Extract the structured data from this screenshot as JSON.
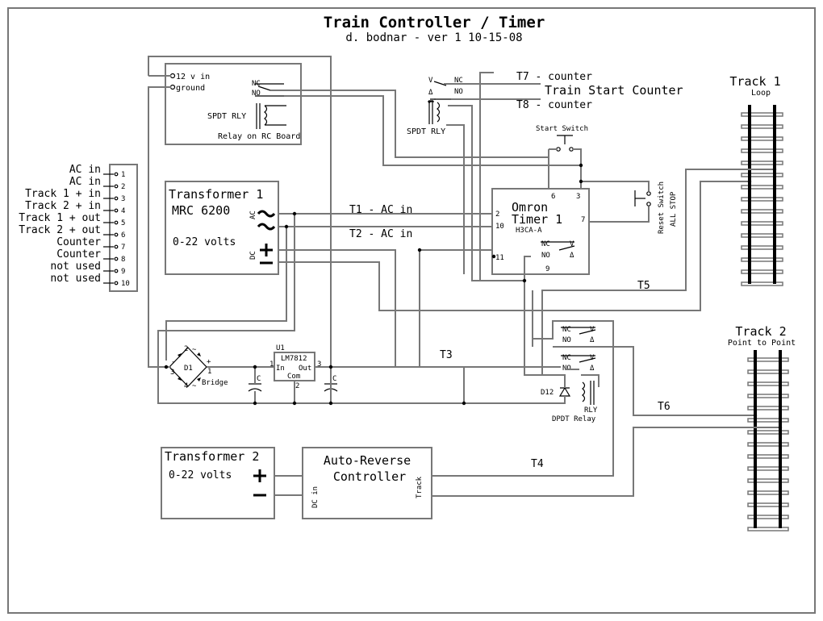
{
  "header": {
    "title": "Train Controller / Timer",
    "subtitle": "d. bodnar   -   ver 1   10-15-08"
  },
  "terminal_strip": {
    "labels": [
      "AC in",
      "AC in",
      "Track 1 + in",
      "Track 2 + in",
      "Track 1 + out",
      "Track 2 + out",
      "Counter",
      "Counter",
      "not used",
      "not used"
    ],
    "pins": [
      "1",
      "2",
      "3",
      "4",
      "5",
      "6",
      "7",
      "8",
      "9",
      "10"
    ]
  },
  "rc_board": {
    "pin_12v": "12 v in",
    "pin_ground": "ground",
    "nc": "NC",
    "no": "NO",
    "relay_label": "SPDT RLY",
    "caption": "Relay on RC Board"
  },
  "counter_relay": {
    "nc": "NC",
    "no": "NO",
    "relay_label": "SPDT RLY",
    "t7": "T7 - counter",
    "t8": "T8 - counter",
    "caption": "Train Start Counter"
  },
  "transformer1": {
    "title": "Transformer 1",
    "model": "MRC 6200",
    "range": "0-22 volts",
    "ac_label": "AC",
    "dc_label": "DC",
    "plus": "+",
    "minus": "−"
  },
  "wires": {
    "t1": "T1 - AC in",
    "t2": "T2 - AC in",
    "t3": "T3",
    "t4": "T4",
    "t5": "T5",
    "t6": "T6"
  },
  "timer": {
    "title_line1": "Omron",
    "title_line2": "Timer 1",
    "model": "H3CA-A",
    "pins": {
      "p2": "2",
      "p10": "10",
      "p6": "6",
      "p3": "3",
      "p7": "7",
      "p11": "11",
      "p9": "9"
    },
    "nc": "NC",
    "no": "NO"
  },
  "switches": {
    "start": "Start Switch",
    "reset_line1": "Reset Switch",
    "reset_line2": "ALL STOP"
  },
  "track1": {
    "title": "Track 1",
    "subtitle": "Loop"
  },
  "track2": {
    "title": "Track 2",
    "subtitle": "Point to Point"
  },
  "bridge": {
    "ref": "D1",
    "label": "Bridge",
    "pins": {
      "p1": "1",
      "p2": "2",
      "p3": "3",
      "p4": "4"
    },
    "plus": "+",
    "minus": "-",
    "ac": "~"
  },
  "regulator": {
    "ref": "U1",
    "model": "LM7812",
    "in": "In",
    "out": "Out",
    "com": "Com",
    "pin_in": "1",
    "pin_com": "2",
    "pin_out": "3"
  },
  "capacitors": {
    "label": "C"
  },
  "dpdt": {
    "nc": "NC",
    "no": "NO",
    "diode": "D12",
    "relay": "RLY",
    "caption": "DPDT Relay"
  },
  "transformer2": {
    "title": "Transformer 2",
    "range": "0-22 volts",
    "plus": "+",
    "minus": "−"
  },
  "auto_reverse": {
    "title_line1": "Auto-Reverse",
    "title_line2": "Controller",
    "dc_in": "DC in",
    "track": "Track"
  },
  "colors": {
    "wire": "#777777",
    "ink": "#000000",
    "background": "#ffffff"
  }
}
